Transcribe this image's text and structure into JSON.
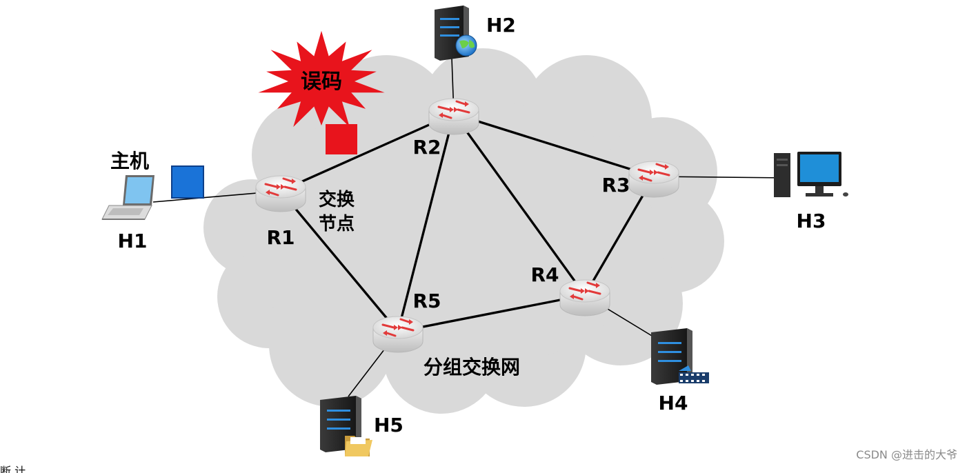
{
  "network": {
    "title": "分组交换网",
    "cloud_color": "#d9d9d9"
  },
  "node_label": "交换\n节点",
  "node_label_lines": [
    "交换",
    "节点"
  ],
  "host_label": "主机",
  "error_burst": {
    "text": "误码",
    "color": "#e8141c"
  },
  "packets": {
    "good_color": "#1a73d8",
    "bad_color": "#e8141c"
  },
  "routers": [
    {
      "id": "R1",
      "label": "R1"
    },
    {
      "id": "R2",
      "label": "R2"
    },
    {
      "id": "R3",
      "label": "R3"
    },
    {
      "id": "R4",
      "label": "R4"
    },
    {
      "id": "R5",
      "label": "R5"
    }
  ],
  "hosts": [
    {
      "id": "H1",
      "label": "H1",
      "kind": "laptop"
    },
    {
      "id": "H2",
      "label": "H2",
      "kind": "server-globe"
    },
    {
      "id": "H3",
      "label": "H3",
      "kind": "desktop"
    },
    {
      "id": "H4",
      "label": "H4",
      "kind": "server-film"
    },
    {
      "id": "H5",
      "label": "H5",
      "kind": "server-folder"
    }
  ],
  "links": [
    [
      "R1",
      "R2"
    ],
    [
      "R1",
      "R5"
    ],
    [
      "R2",
      "R5"
    ],
    [
      "R2",
      "R3"
    ],
    [
      "R2",
      "R4"
    ],
    [
      "R3",
      "R4"
    ],
    [
      "R4",
      "R5"
    ],
    [
      "H1",
      "R1"
    ],
    [
      "H2",
      "R2"
    ],
    [
      "H3",
      "R3"
    ],
    [
      "H4",
      "R4"
    ],
    [
      "H5",
      "R5"
    ]
  ],
  "footer": {
    "watermark": "CSDN @进击的大爷",
    "partial_text": "断 计"
  }
}
